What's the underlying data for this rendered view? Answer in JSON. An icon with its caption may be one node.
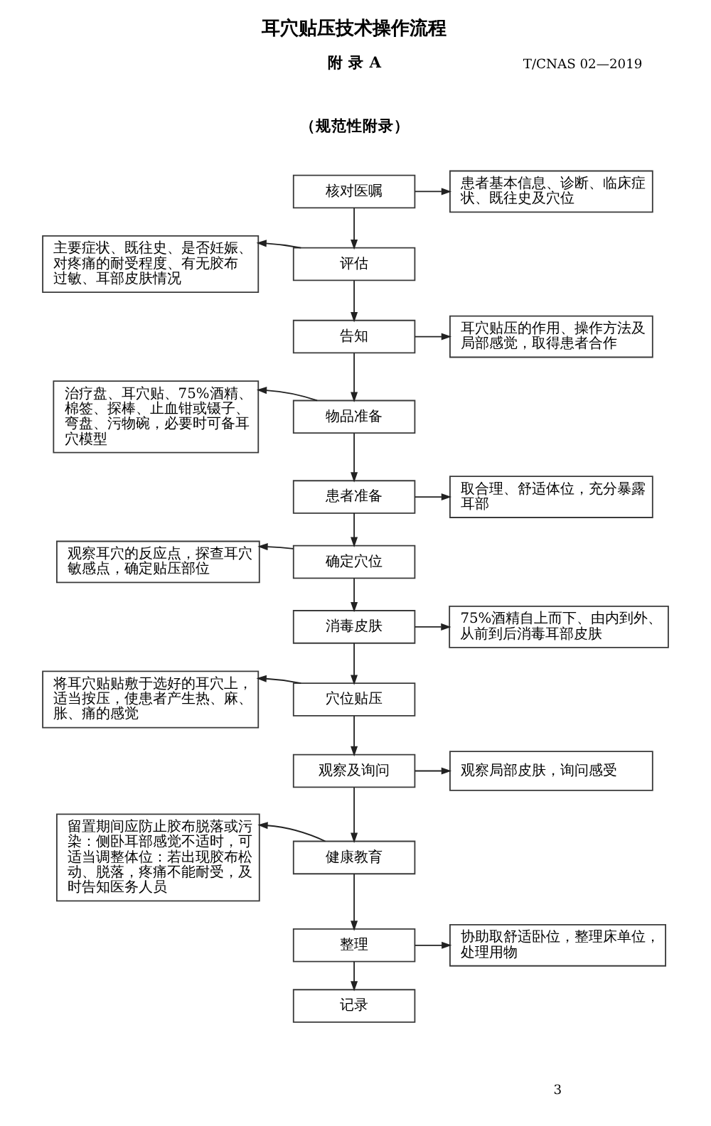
{
  "diagram": {
    "title": "耳穴贴压技术操作流程",
    "nodes": [
      {
        "text": [
          "核对医嘱"
        ]
      },
      {
        "text": [
          "患者基本信息、诊断、临床症状、既往史及穴位"
        ]
      },
      {
        "text": [
          "评估"
        ]
      },
      {
        "text": [
          "主要症状、既往史、是否妊娠、对疼痛的耐受程度、有无胶布过敏、耳部皮肤情况"
        ]
      },
      {
        "text": [
          "告知"
        ]
      },
      {
        "text": [
          "耳穴贴压的作用、操作方法及局部感觉，取得患者合作"
        ]
      },
      {
        "text": [
          "物品准备"
        ]
      },
      {
        "text": [
          "治疗盘、耳穴贴、75%酒精、棉签、探棒、止血钳或镊子、弯盘、污物碗，必要时可备耳穴模型"
        ]
      },
      {
        "text": [
          "患者准备"
        ]
      },
      {
        "text": [
          "取合理、舒适体位，充分暴露耳部"
        ]
      },
      {
        "text": [
          "确定穴位"
        ]
      },
      {
        "text": [
          "观察耳穴的反应点，探查耳穴敏感点，确定贴压部位"
        ]
      },
      {
        "text": [
          "消毒皮肤"
        ]
      },
      {
        "text": [
          "75%酒精自上而下、由内到外、从前到后消毒耳部皮肤"
        ]
      },
      {
        "text": [
          "穴位贴压"
        ]
      },
      {
        "text": [
          "将耳穴贴贴敷于选好的耳穴上，适当按压，使患者产生热、麻、胀、痛的感觉"
        ]
      },
      {
        "text": [
          "观察及询问"
        ]
      },
      {
        "text": [
          "观察局部皮肤，询问感受"
        ]
      },
      {
        "text": [
          "健康教育"
        ]
      },
      {
        "text": [
          "留置期间应防止胶布脱落或污染：侧卧耳部感觉不适时，可适当调整体位：若出现胶布松动、脱落，疼痛不能耐受，及时告知医务人员"
        ]
      },
      {
        "text": [
          "整理"
        ]
      },
      {
        "text": [
          "协助取舒适卧位，整理床单位，处理用物"
        ]
      },
      {
        "text": [
          "记录"
        ]
      }
    ],
    "edges": [
      {
        "from": 0,
        "to": 1,
        "arrow": "to"
      },
      {
        "from": 0,
        "to": 2,
        "arrow": "to"
      },
      {
        "from": 2,
        "to": 3,
        "arrow": "to"
      },
      {
        "from": 2,
        "to": 4,
        "arrow": "to"
      },
      {
        "from": 4,
        "to": 5,
        "arrow": "to"
      },
      {
        "from": 4,
        "to": 6,
        "arrow": "to"
      },
      {
        "from": 6,
        "to": 7,
        "arrow": "to"
      },
      {
        "from": 6,
        "to": 8,
        "arrow": "to"
      },
      {
        "from": 8,
        "to": 9,
        "arrow": "to"
      },
      {
        "from": 8,
        "to": 10,
        "arrow": "to"
      },
      {
        "from": 10,
        "to": 11,
        "arrow": "to"
      },
      {
        "from": 10,
        "to": 12,
        "arrow": "to"
      },
      {
        "from": 12,
        "to": 13,
        "arrow": "to"
      },
      {
        "from": 12,
        "to": 14,
        "arrow": "to"
      },
      {
        "from": 14,
        "to": 15,
        "arrow": "to"
      },
      {
        "from": 14,
        "to": 16,
        "arrow": "to"
      },
      {
        "from": 16,
        "to": 17,
        "arrow": "to"
      },
      {
        "from": 16,
        "to": 18,
        "arrow": "to"
      },
      {
        "from": 18,
        "to": 19,
        "arrow": "to"
      },
      {
        "from": 18,
        "to": 20,
        "arrow": "to"
      },
      {
        "from": 20,
        "to": 21,
        "arrow": "to"
      },
      {
        "from": 20,
        "to": 22,
        "arrow": "to"
      }
    ],
    "labels": [
      "T/CNAS 02—2019",
      "附 录 A",
      "（规范性附录）",
      "3"
    ]
  }
}
